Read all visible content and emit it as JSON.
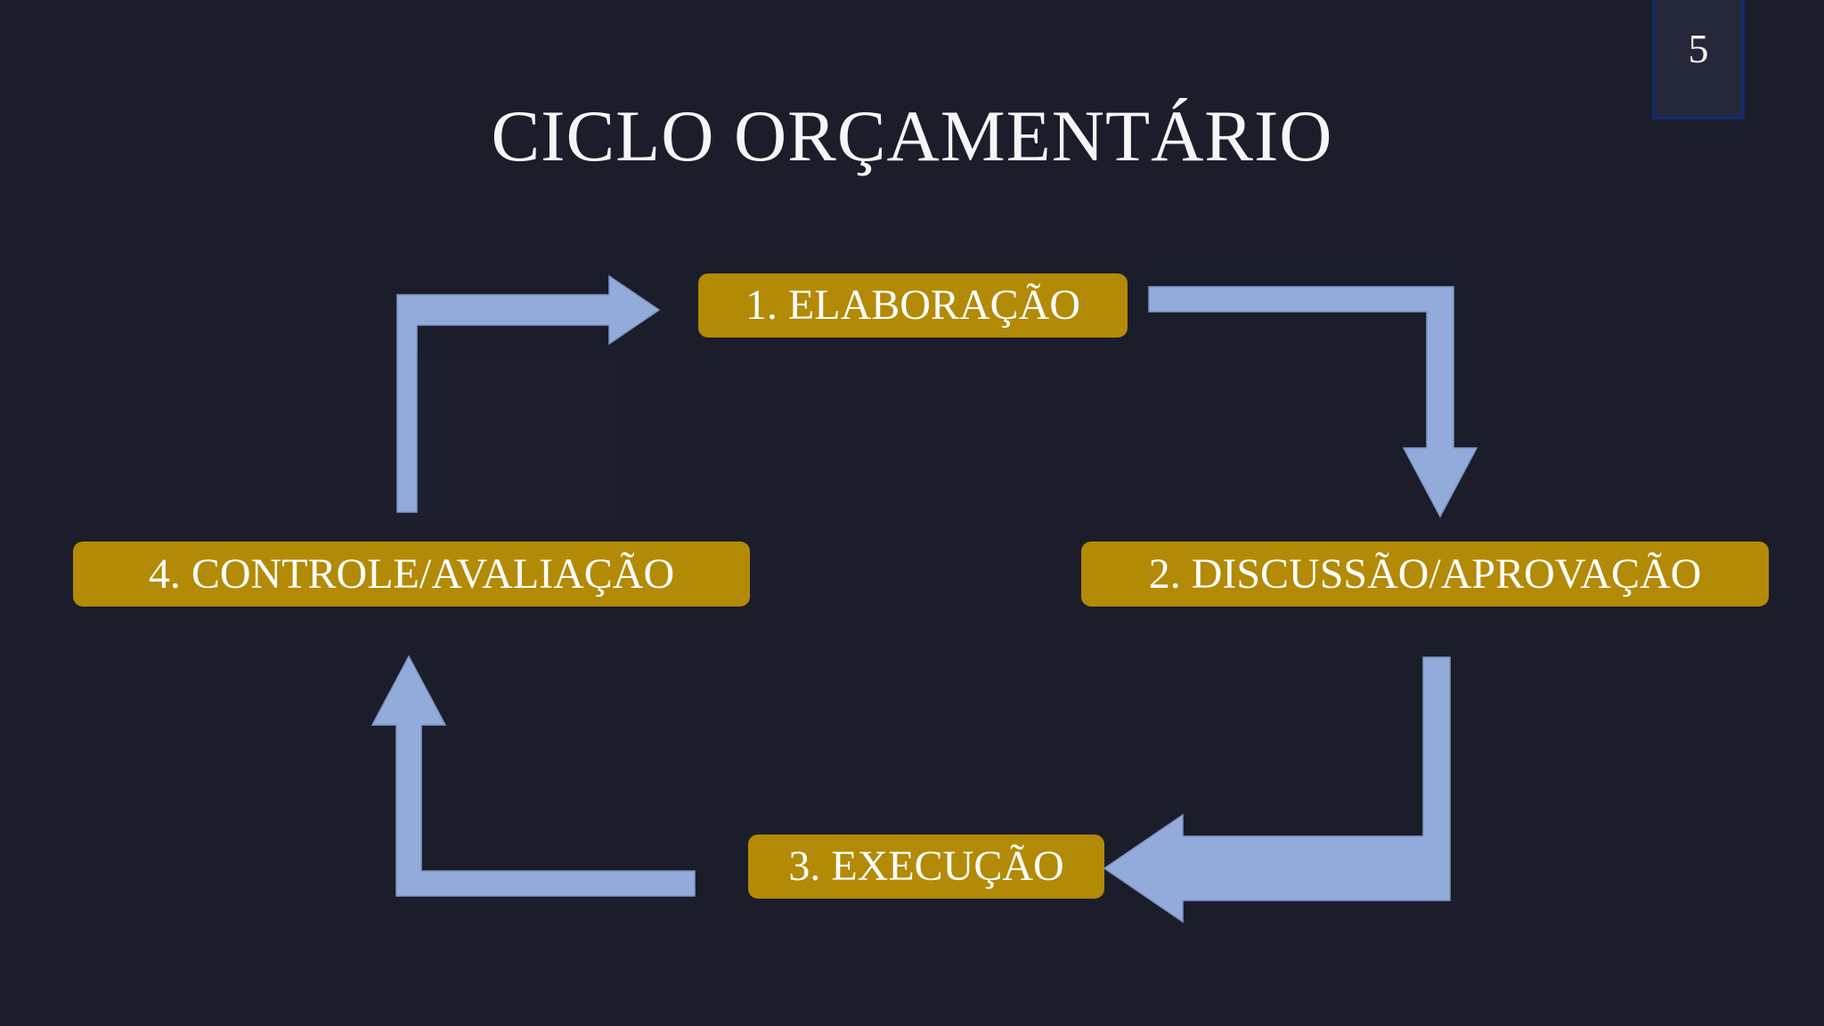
{
  "slide": {
    "title": "CICLO ORÇAMENTÁRIO",
    "page_number": "5",
    "background_color": "#1c1d2b",
    "accent_gold": "#b38a06",
    "accent_blue": "#93abdb",
    "badge_border_color": "#132a6b",
    "title_color": "#f6f6f9"
  },
  "diagram": {
    "type": "cycle",
    "direction": "clockwise",
    "stages": [
      {
        "id": "stage-1",
        "number": "1.",
        "name": "ELABORAÇÃO",
        "label": "1. ELABORAÇÃO"
      },
      {
        "id": "stage-2",
        "number": "2.",
        "name": "DISCUSSÃO/APROVAÇÃO",
        "label": "2. DISCUSSÃO/APROVAÇÃO"
      },
      {
        "id": "stage-3",
        "number": "3.",
        "name": "EXECUÇÃO",
        "label": "3. EXECUÇÃO"
      },
      {
        "id": "stage-4",
        "number": "4.",
        "name": "CONTROLE/AVALIAÇÃO",
        "label": "4. CONTROLE/AVALIAÇÃO"
      }
    ],
    "connectors": [
      {
        "id": "arrow-1-to-2",
        "from": "stage-1",
        "to": "stage-2",
        "shape": "elbow",
        "points_to": "down"
      },
      {
        "id": "arrow-2-to-3",
        "from": "stage-2",
        "to": "stage-3",
        "shape": "elbow",
        "points_to": "left"
      },
      {
        "id": "arrow-3-to-4",
        "from": "stage-3",
        "to": "stage-4",
        "shape": "elbow",
        "points_to": "up"
      },
      {
        "id": "arrow-4-to-1",
        "from": "stage-4",
        "to": "stage-1",
        "shape": "elbow",
        "points_to": "right"
      }
    ]
  }
}
